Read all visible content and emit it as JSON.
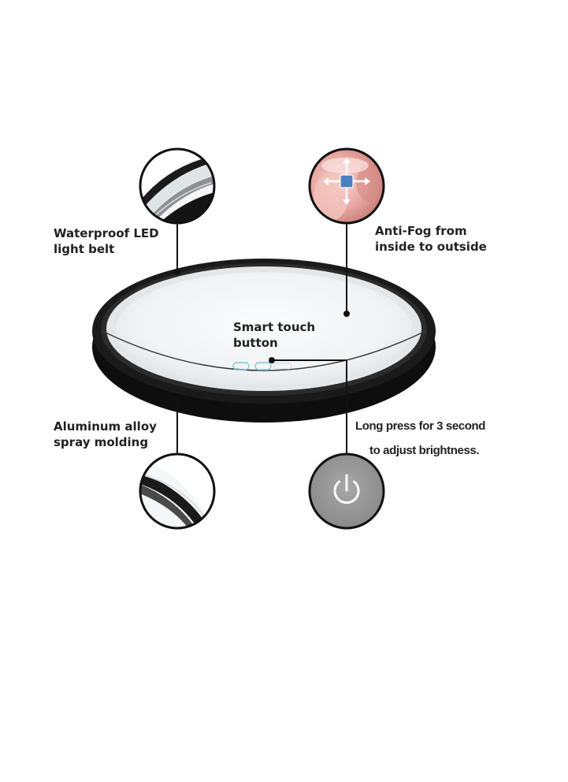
{
  "callouts": {
    "waterproof": {
      "line1": "Waterproof LED",
      "line2": "light belt"
    },
    "antifog": {
      "line1": "Anti-Fog from",
      "line2": "inside to outside"
    },
    "touch": {
      "line1": "Smart touch",
      "line2": "button"
    },
    "aluminum": {
      "line1": "Aluminum alloy",
      "line2": "spray molding"
    },
    "longpress": {
      "line1": "Long press  for 3 second",
      "line2": "to adjust brightness."
    }
  },
  "colors": {
    "frame": "#161616",
    "mirror_glow": "#eef2f5",
    "power_button_bg": "#9a9a9a",
    "defog_bg": "#e8a7a2",
    "defog_accent": "#4a80c0",
    "touch_icons": "#7fc8d8"
  },
  "icons": {
    "power": "power-icon",
    "defog": "defog-arrows-icon"
  }
}
